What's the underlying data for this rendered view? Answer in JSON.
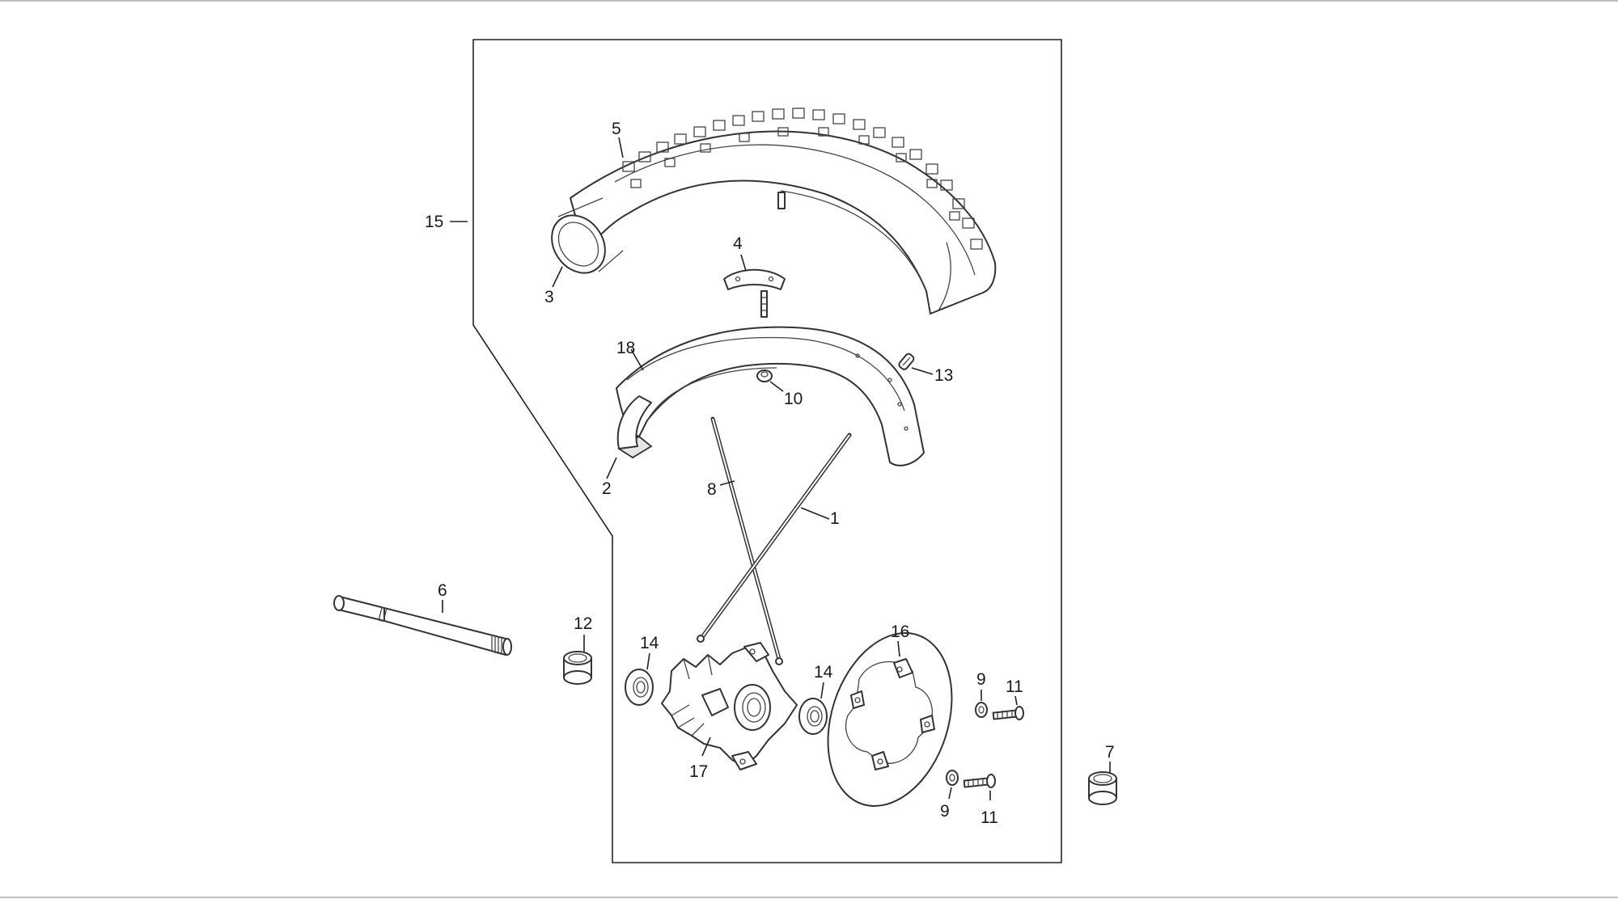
{
  "callouts": [
    {
      "id": "1",
      "label": "1"
    },
    {
      "id": "2",
      "label": "2"
    },
    {
      "id": "3",
      "label": "3"
    },
    {
      "id": "4",
      "label": "4"
    },
    {
      "id": "5",
      "label": "5"
    },
    {
      "id": "6",
      "label": "6"
    },
    {
      "id": "7",
      "label": "7"
    },
    {
      "id": "8",
      "label": "8"
    },
    {
      "id": "9a",
      "label": "9"
    },
    {
      "id": "9b",
      "label": "9"
    },
    {
      "id": "10",
      "label": "10"
    },
    {
      "id": "11a",
      "label": "11"
    },
    {
      "id": "11b",
      "label": "11"
    },
    {
      "id": "12",
      "label": "12"
    },
    {
      "id": "13",
      "label": "13"
    },
    {
      "id": "14a",
      "label": "14"
    },
    {
      "id": "14b",
      "label": "14"
    },
    {
      "id": "15",
      "label": "15"
    },
    {
      "id": "16",
      "label": "16"
    },
    {
      "id": "17",
      "label": "17"
    },
    {
      "id": "18",
      "label": "18"
    }
  ]
}
